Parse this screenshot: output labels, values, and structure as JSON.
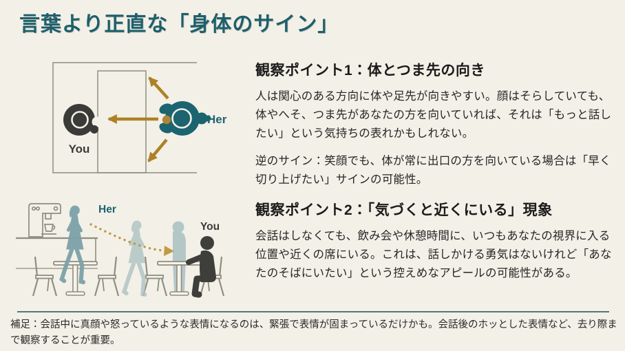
{
  "slide": {
    "title": "言葉より正直な「身体のサイン」",
    "sections": [
      {
        "heading": "観察ポイント1：体とつま先の向き",
        "paragraphs": [
          "人は関心のある方向に体や足先が向きやすい。顔はそらしていても、体やへそ、つま先があなたの方を向いていれば、それは「もっと話したい」という気持ちの表れかもしれない。",
          "逆のサイン：笑顔でも、体が常に出口の方を向いている場合は「早く切り上げたい」サインの可能性。"
        ]
      },
      {
        "heading": "観察ポイント2：「気づくと近くにいる」現象",
        "paragraphs": [
          "会話はしなくても、飲み会や休憩時間に、いつもあなたの視界に入る位置や近くの席にいる。これは、話しかける勇気はないけれど「あなたのそばにいたい」という控えめなアピールの可能性がある。"
        ]
      }
    ],
    "footnote": "補足：会話中に真顔や怒っているような表情になるのは、緊張で表情が固まっているだけかも。会話後のホッとした表情など、去り際まで観察することが重要。"
  },
  "diagram_top": {
    "you_label": "You",
    "her_label": "Her"
  },
  "diagram_cafe": {
    "you_label": "You",
    "her_label": "Her"
  },
  "colors": {
    "background": "#f3f0e7",
    "title_teal": "#1d5f6b",
    "icon_teal": "#1b6470",
    "gold_arrow": "#ad8126",
    "gold_dotted": "#c09a44",
    "dark_figure": "#3a3a38",
    "faded_teal_figure": "#a9c0c2",
    "walking_teal_figure": "#7da2a8",
    "outline_gray": "#8f8c80",
    "divider_teal": "#4a7b80",
    "body_text": "#262626"
  }
}
